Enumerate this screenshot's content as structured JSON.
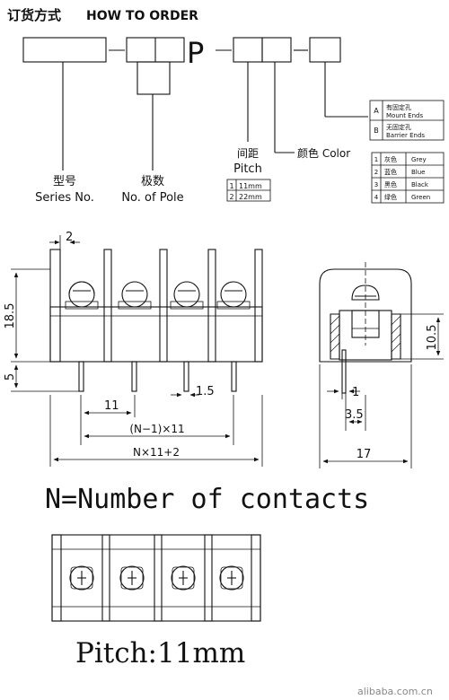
{
  "header": {
    "title_cn": "订货方式",
    "title_en": "HOW TO ORDER",
    "code_letter": "P",
    "dash": "—"
  },
  "fields": {
    "series_cn": "型号",
    "series_en": "Series No.",
    "pole_cn": "极数",
    "pole_en": "No. of Pole",
    "pitch_cn": "间距",
    "pitch_en": "Pitch",
    "color_label": "颜色 Color"
  },
  "pitch_options": [
    {
      "code": "1",
      "value": "11mm"
    },
    {
      "code": "2",
      "value": "22mm"
    }
  ],
  "end_options": [
    {
      "code": "A",
      "cn": "有固定孔",
      "en": "Mount Ends"
    },
    {
      "code": "B",
      "cn": "无固定孔",
      "en": "Barrier Ends"
    }
  ],
  "color_options": [
    {
      "code": "1",
      "cn": "灰色",
      "en": "Grey"
    },
    {
      "code": "2",
      "cn": "蓝色",
      "en": "Blue"
    },
    {
      "code": "3",
      "cn": "黑色",
      "en": "Black"
    },
    {
      "code": "4",
      "cn": "绿色",
      "en": "Green"
    }
  ],
  "dimensions": {
    "top_gap": "2",
    "height": "18.5",
    "pin_length": "5",
    "pitch": "11",
    "pin_width": "1.5",
    "span": "(N−1)×11",
    "total": "N×11+2",
    "side_height": "10.5",
    "side_pin": "1",
    "side_offset": "3.5",
    "side_width": "17"
  },
  "notes": {
    "contacts": "N=Number of contacts",
    "pitch": "Pitch:11mm"
  },
  "watermark": "alibaba.com.cn"
}
